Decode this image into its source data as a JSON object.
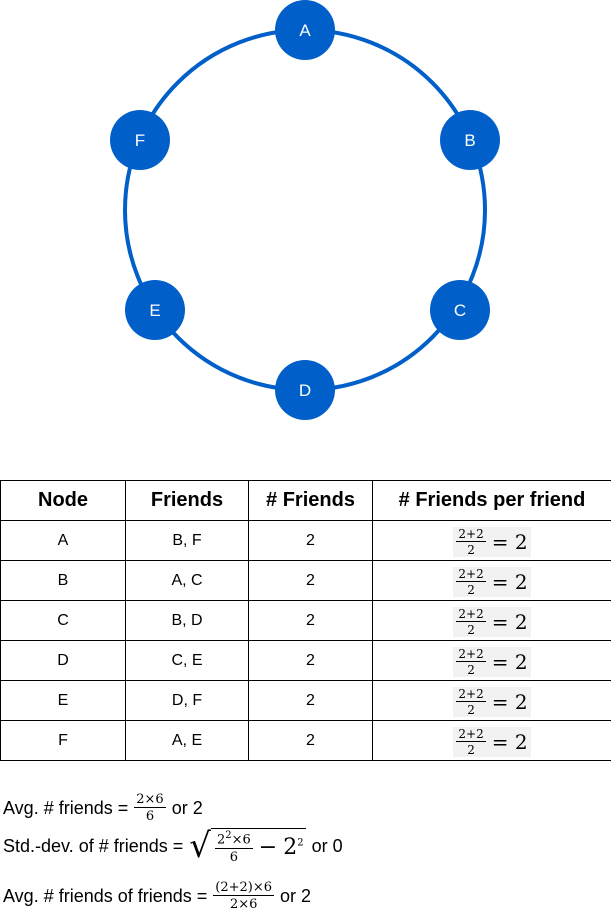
{
  "graph": {
    "nodes": [
      "A",
      "B",
      "C",
      "D",
      "E",
      "F"
    ],
    "edges": [
      [
        "A",
        "B"
      ],
      [
        "B",
        "C"
      ],
      [
        "C",
        "D"
      ],
      [
        "D",
        "E"
      ],
      [
        "E",
        "F"
      ],
      [
        "F",
        "A"
      ]
    ],
    "node_color": "#005fc8",
    "edge_color": "#005fc8"
  },
  "table": {
    "headers": [
      "Node",
      "Friends",
      "# Friends",
      "# Friends per friend"
    ],
    "rows": [
      {
        "node": "A",
        "friends": "B, F",
        "count": "2",
        "fpf_num": "2+2",
        "fpf_den": "2",
        "fpf_result": "= 2"
      },
      {
        "node": "B",
        "friends": "A, C",
        "count": "2",
        "fpf_num": "2+2",
        "fpf_den": "2",
        "fpf_result": "= 2"
      },
      {
        "node": "C",
        "friends": "B, D",
        "count": "2",
        "fpf_num": "2+2",
        "fpf_den": "2",
        "fpf_result": "= 2"
      },
      {
        "node": "D",
        "friends": "C, E",
        "count": "2",
        "fpf_num": "2+2",
        "fpf_den": "2",
        "fpf_result": "= 2"
      },
      {
        "node": "E",
        "friends": "D, F",
        "count": "2",
        "fpf_num": "2+2",
        "fpf_den": "2",
        "fpf_result": "= 2"
      },
      {
        "node": "F",
        "friends": "A, E",
        "count": "2",
        "fpf_num": "2+2",
        "fpf_den": "2",
        "fpf_result": "= 2"
      }
    ]
  },
  "stats": {
    "avg_friends": {
      "label": "Avg. # friends =",
      "num": "2×6",
      "den": "6",
      "suffix": "or 2"
    },
    "std_dev": {
      "label": "Std.-dev. of # friends =",
      "num_base": "2",
      "num_exp": "2",
      "num_rest": "×6",
      "den": "6",
      "minus": "−",
      "sq_base": "2",
      "sq_exp": "2",
      "suffix": "or 0"
    },
    "avg_fof": {
      "label": "Avg. # friends of friends =",
      "num": "(2+2)×6",
      "den": "2×6",
      "suffix": "or 2"
    }
  }
}
